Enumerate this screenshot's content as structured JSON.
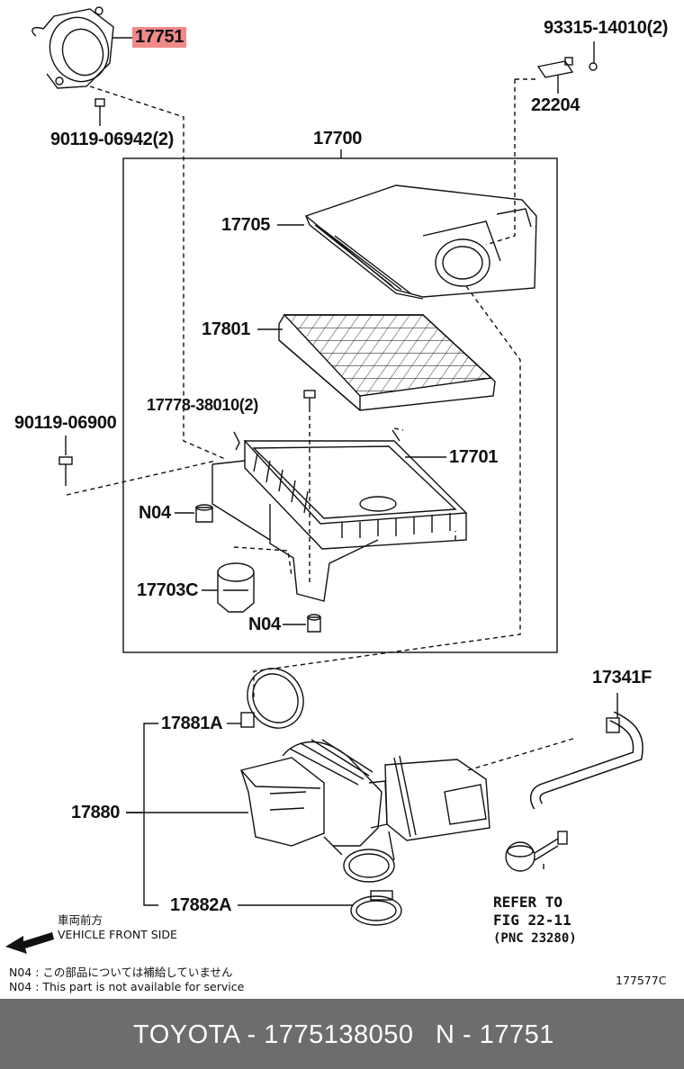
{
  "labels": {
    "p17751": "17751",
    "p93315": "93315-14010(2)",
    "p22204": "22204",
    "p90119a": "90119-06942(2)",
    "p17700": "17700",
    "p17705": "17705",
    "p17801": "17801",
    "p17778": "17778-38010(2)",
    "p90119b": "90119-06900",
    "p17701": "17701",
    "n04a": "N04",
    "p17703c": "17703C",
    "n04b": "N04",
    "p17341f": "17341F",
    "p17881a": "17881A",
    "p17880": "17880",
    "p17882a": "17882A"
  },
  "reference": {
    "line1": "REFER TO",
    "line2": "FIG 22-11",
    "line3": "(PNC 23280)"
  },
  "direction": {
    "jp": "車両前方",
    "en": "VEHICLE FRONT SIDE"
  },
  "notes": {
    "jp": "N04 : この部品については補給していません",
    "en": "N04 : This part is not available for service"
  },
  "diagram_code": "177577C",
  "footer": {
    "brand_part": "TOYOTA - 1775138050",
    "number": "N - 17751"
  },
  "colors": {
    "highlight": "#f08a8a",
    "footer_bg": "#6d6d6d"
  }
}
